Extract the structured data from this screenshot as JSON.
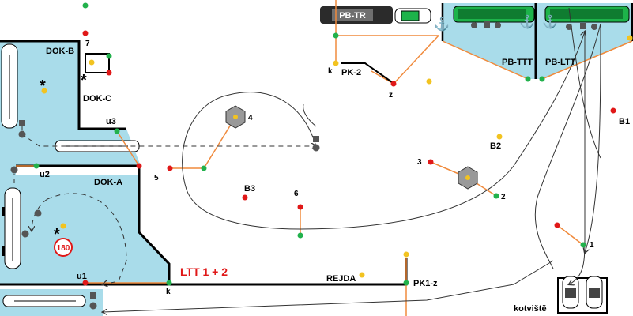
{
  "labels": {
    "dok_b": "DOK-B",
    "dok_c": "DOK-C",
    "dok_a": "DOK-A",
    "pb_tr": "PB-TR",
    "pb_ttt": "PB-TTT",
    "pb_ltt": "PB-LTT",
    "pk_2": "PK-2",
    "pk1_z": "PK1-z",
    "rejda": "REJDA",
    "ltt": "LTT 1 + 2",
    "kotviste": "kotviště",
    "b1": "B1",
    "b2": "B2",
    "b3": "B3",
    "u1": "u1",
    "u2": "u2",
    "u3": "u3",
    "n7": "7",
    "n5": "5",
    "n6": "6",
    "n4": "4",
    "n3": "3",
    "n2": "2",
    "n1": "1",
    "k_top": "k",
    "k_bottom": "k",
    "z": "z",
    "circle_180": "180",
    "star": "*"
  },
  "colors": {
    "water": "#a9dcea",
    "line": "#000000",
    "orange_line": "#f08a3c",
    "green": "#22b14c",
    "red": "#e01818",
    "yellow": "#f2c320",
    "gray": "#555555",
    "ship_green": "#1db34a",
    "ship_dark": "#2b2b2b"
  }
}
